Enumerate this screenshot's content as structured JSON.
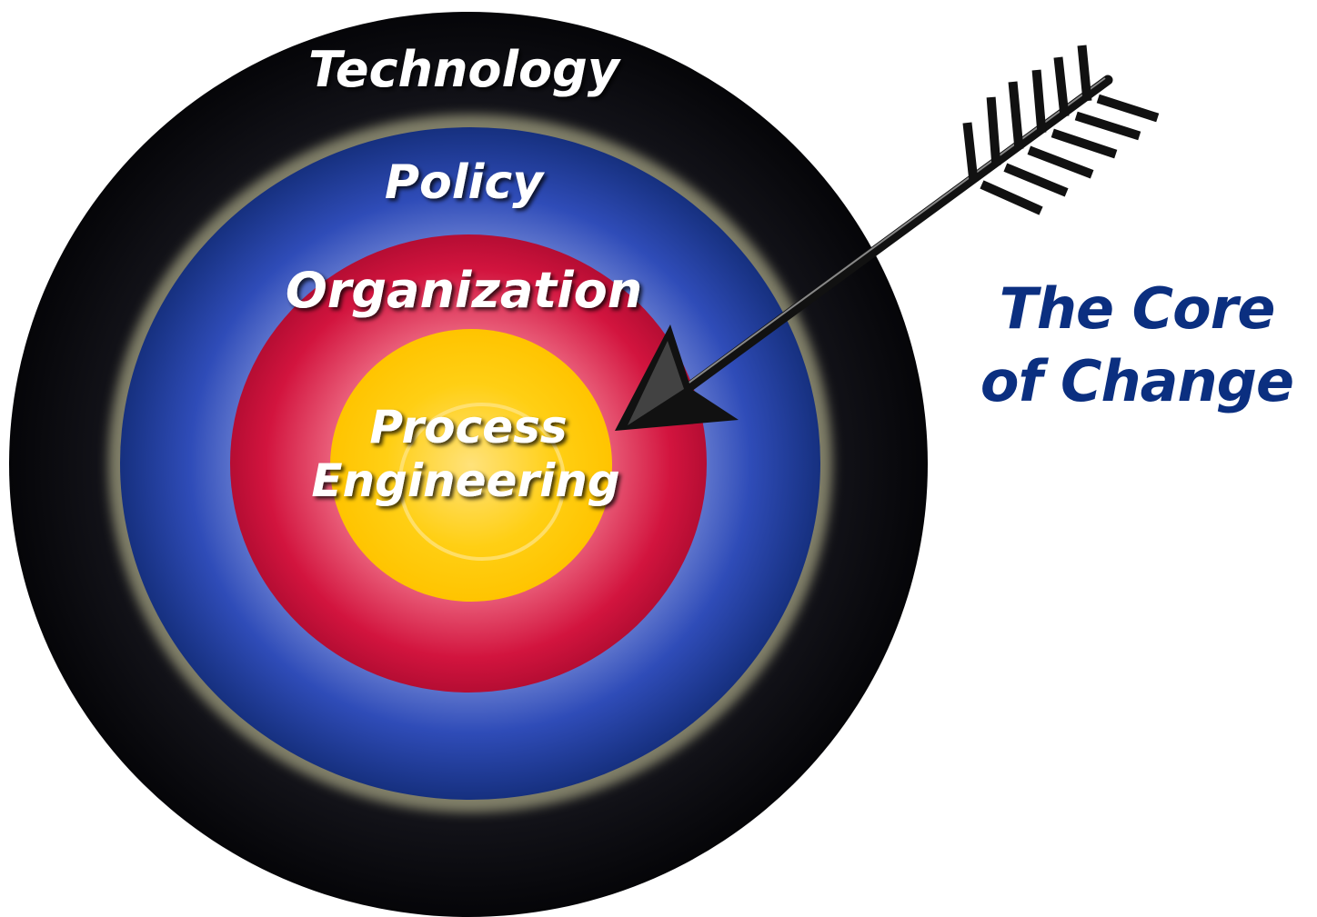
{
  "rings": {
    "outer": {
      "label": "Technology",
      "color": "#0b0b12"
    },
    "second": {
      "label": "Policy",
      "color": "#1a3590"
    },
    "third": {
      "label": "Organization",
      "color": "#d0123a"
    },
    "center": {
      "line1": "Process",
      "line2": "Engineering",
      "color": "#ffcc00"
    }
  },
  "caption": {
    "line1": "The Core",
    "line2": "of Change",
    "color": "#0b2f80"
  },
  "arrow": {
    "color": "#111111"
  }
}
